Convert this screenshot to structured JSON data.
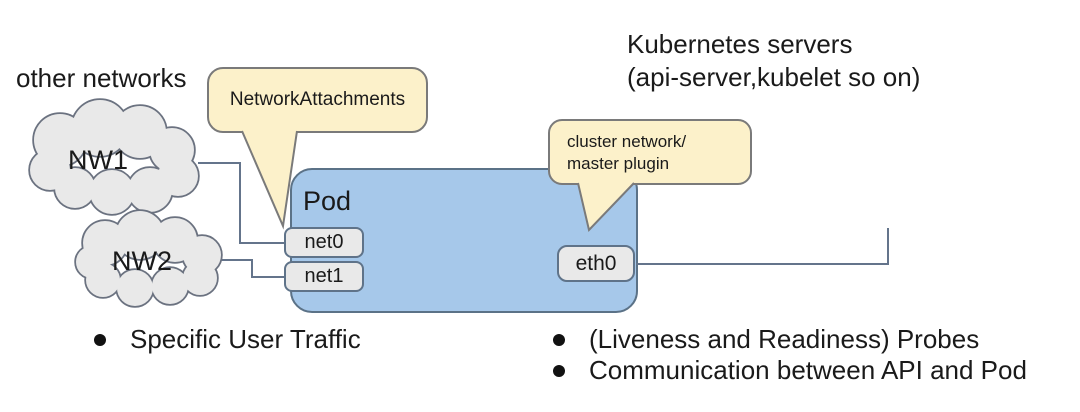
{
  "title": "Kubernetes multi-network pod diagram",
  "labels": {
    "other_networks": "other networks",
    "kubernetes_servers_line1": "Kubernetes servers",
    "kubernetes_servers_line2": "(api-server,kubelet so on)",
    "pod": "Pod"
  },
  "clouds": [
    {
      "label": "NW1"
    },
    {
      "label": "NW2"
    }
  ],
  "interfaces": {
    "net0": "net0",
    "net1": "net1",
    "eth0": "eth0"
  },
  "callouts": {
    "network_attachments": "NetworkAttachments",
    "cluster_network_line1": "cluster network/",
    "cluster_network_line2": "master plugin"
  },
  "bullets": {
    "left": [
      "Specific User Traffic"
    ],
    "right": [
      "(Liveness and Readiness) Probes",
      "Communication between API and Pod"
    ]
  },
  "colors": {
    "pod_fill": "#a6c8ea",
    "pod_stroke": "#5b7287",
    "callout_fill": "#fcf1ca",
    "callout_stroke": "#7a7a7a",
    "box_fill": "#e9e9e9",
    "box_stroke": "#5f7389",
    "cloud_fill": "#e9e9e9",
    "cloud_stroke": "#6b7280",
    "connector_line": "#64748b",
    "text": "#1a1a1a",
    "background": "#ffffff"
  }
}
